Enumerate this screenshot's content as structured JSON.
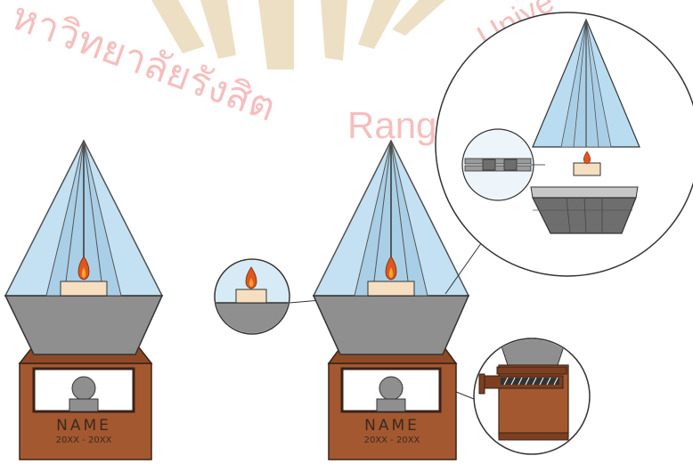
{
  "watermark": {
    "thai_text": "หาวิทยาลัยรังสิต",
    "latin_text": "Rangsit",
    "latin_text_2": "Unive",
    "color": "#f08a8a",
    "logo_color": "#c9a45a"
  },
  "memorials": [
    {
      "plaque": {
        "name": "NAME",
        "years": "20XX - 20XX"
      }
    },
    {
      "plaque": {
        "name": "NAME",
        "years": "20XX - 20XX"
      }
    }
  ],
  "colors": {
    "glass": "#b9dcf0",
    "glass_inner": "#a9cfe6",
    "metal": "#8f8f8f",
    "metal_dark": "#6e6e6e",
    "wood": "#a4582f",
    "wood_dark": "#7c3f20",
    "candle": "#f5dfc0",
    "flame": "#e0561f",
    "flame_core": "#f3a62a"
  },
  "details": {
    "candle_detail": "candle-base-closeup",
    "exploded_view": "exploded-lantern-view",
    "hinge_detail": "hinge-closeup",
    "drawer_detail": "drawer-closeup"
  }
}
